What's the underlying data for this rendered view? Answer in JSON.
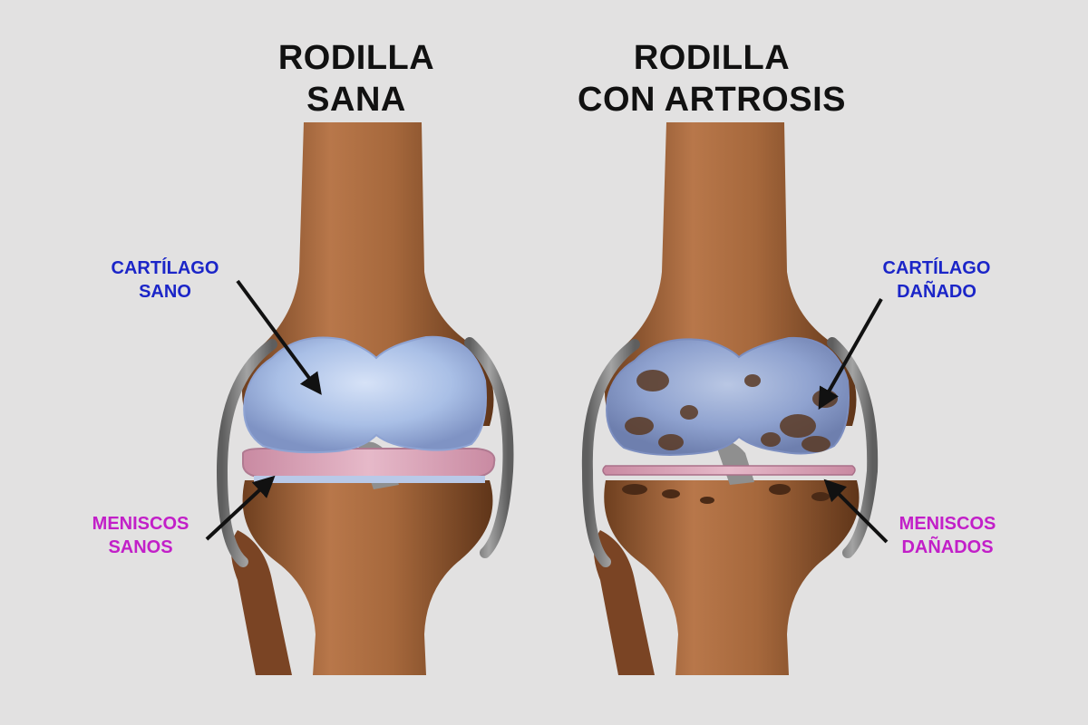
{
  "colors": {
    "background": "#e2e1e1",
    "bone": "#9a5f36",
    "cartilage": "#a9bfe6",
    "meniscus": "#d9a2b8",
    "ligament": "#8c8c8c",
    "cartilage_label": "#1b25c8",
    "meniscus_label": "#c21fc8",
    "arrow": "#111111"
  },
  "healthy_knee": {
    "title_line1": "RODILLA",
    "title_line2": "SANA",
    "cartilage_label_line1": "CARTÍLAGO",
    "cartilage_label_line2": "SANO",
    "meniscus_label_line1": "MENISCOS",
    "meniscus_label_line2": "SANOS"
  },
  "arthritic_knee": {
    "title_line1": "RODILLA",
    "title_line2": "CON ARTROSIS",
    "cartilage_label_line1": "CARTÍLAGO",
    "cartilage_label_line2": "DAÑADO",
    "meniscus_label_line1": "MENISCOS",
    "meniscus_label_line2": "DAÑADOS"
  }
}
